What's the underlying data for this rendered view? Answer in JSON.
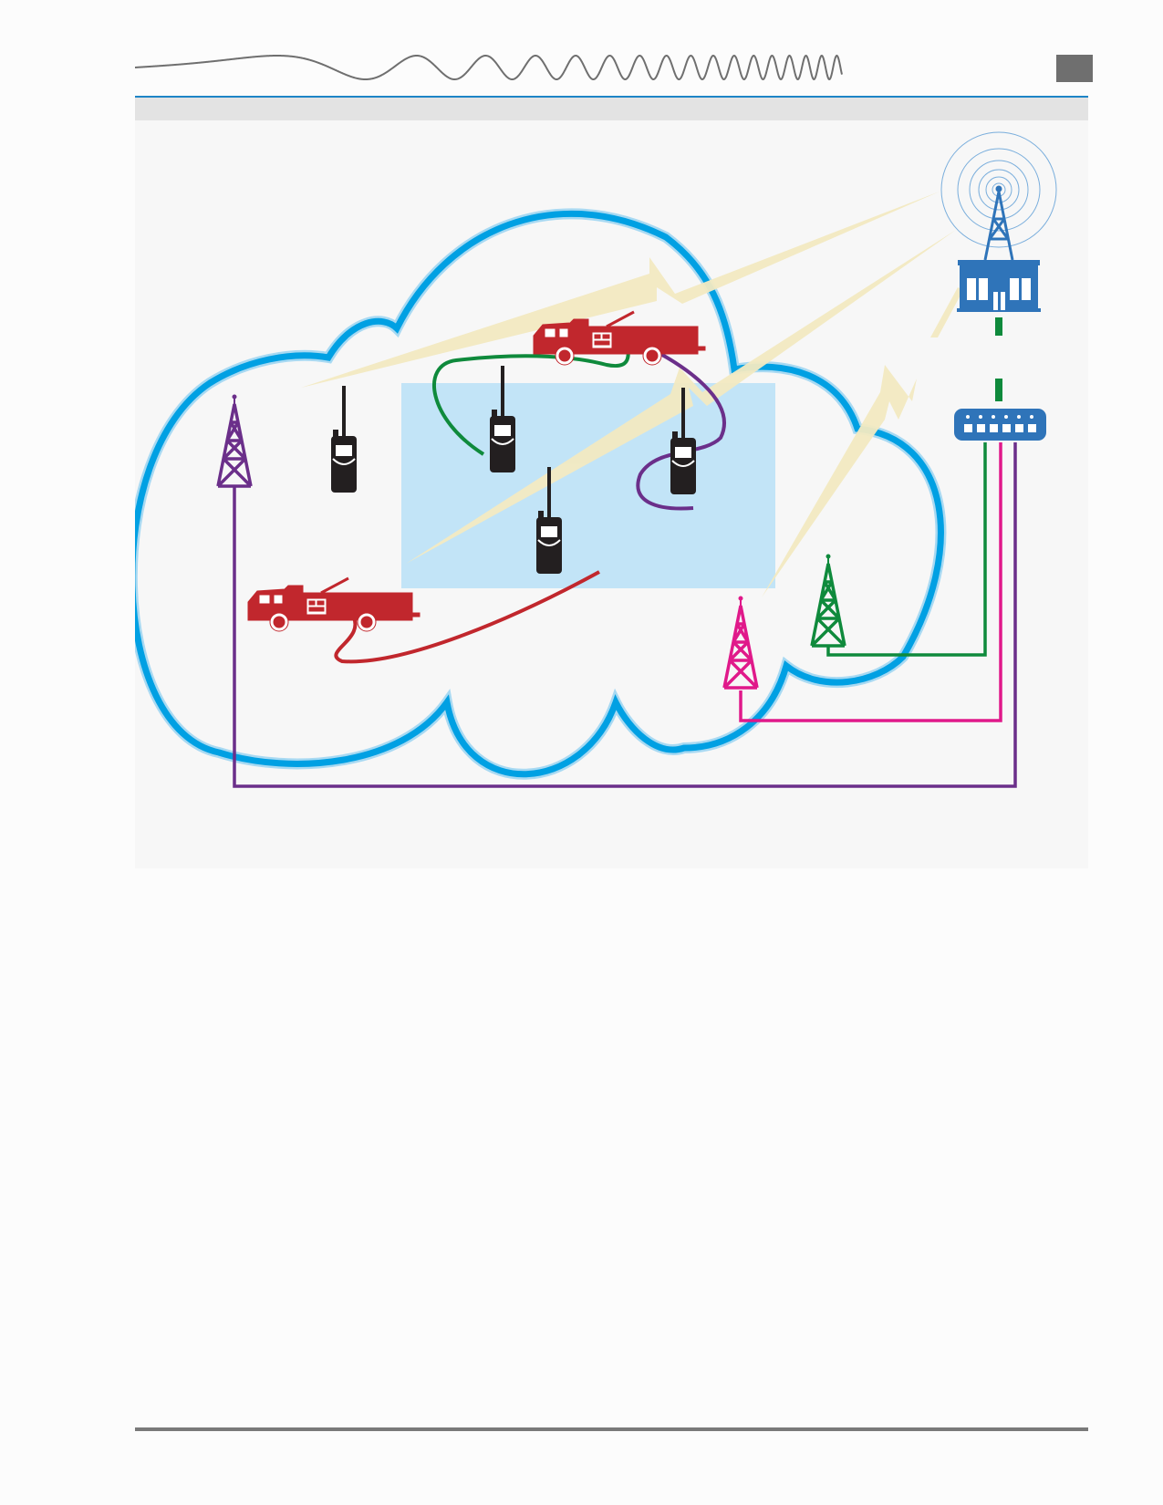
{
  "header": {
    "wave_icon": "sine-wave-chirp-icon",
    "tab_color": "#6f6f6f",
    "rule_color": "#1d84c6"
  },
  "diagram": {
    "cloud_color": "#00a0e3",
    "coverage_area_color": "#c2e4f7",
    "signal_color": "#f3eac2",
    "dispatch_center_color": "#2f74b9",
    "network_switch_color": "#2f74b9",
    "towers": [
      {
        "id": "tower-purple",
        "color": "#6b2f8a"
      },
      {
        "id": "tower-green",
        "color": "#0f8a3c"
      },
      {
        "id": "tower-magenta",
        "color": "#e0198a"
      }
    ],
    "fire_trucks": [
      {
        "id": "fire-truck-top",
        "color": "#c1272d"
      },
      {
        "id": "fire-truck-bottom",
        "color": "#c1272d"
      }
    ],
    "radios": [
      "radio-left",
      "radio-center-top",
      "radio-right",
      "radio-center-bottom"
    ],
    "radio_color": "#231f20",
    "links": [
      {
        "id": "link-green-radio",
        "color": "#0f8a3c"
      },
      {
        "id": "link-purple-radio",
        "color": "#6b2f8a"
      },
      {
        "id": "link-red-radio",
        "color": "#c1272d"
      },
      {
        "id": "backhaul-green",
        "color": "#0f8a3c"
      },
      {
        "id": "backhaul-magenta",
        "color": "#e0198a"
      },
      {
        "id": "backhaul-purple",
        "color": "#6b2f8a"
      }
    ]
  },
  "footer": {
    "rule_color": "#7a7a7a"
  }
}
